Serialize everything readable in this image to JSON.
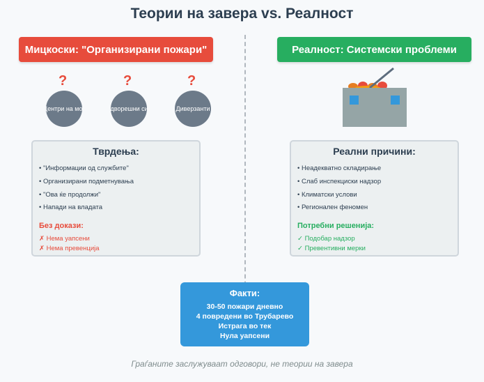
{
  "title": "Теории на завера vs. Реалност",
  "left": {
    "banner": "Мицкоски: \"Организирани пожари\"",
    "suspects": [
      {
        "label": "Центри на моќ",
        "mark": "?"
      },
      {
        "label": "Надворешни сили",
        "mark": "?"
      },
      {
        "label": "Диверзанти",
        "mark": "?"
      }
    ],
    "claims_title": "Тврдења:",
    "claims": [
      "• \"Информации од службите\"",
      "• Организирани подметнувања",
      "• \"Ова ќе продолжи\"",
      "• Напади на владата"
    ],
    "evidence_title": "Без докази:",
    "evidence": [
      "✗ Нема уапсени",
      "✗ Нема превенција"
    ]
  },
  "right": {
    "banner": "Реалност: Системски проблеми",
    "causes_title": "Реални причини:",
    "causes": [
      "• Неадекватно складирање",
      "• Слаб инспекциски надзор",
      "• Климатски услови",
      "• Регионален феномен"
    ],
    "solutions_title": "Потребни решенија:",
    "solutions": [
      "✓ Подобар надзор",
      "✓ Превентивни мерки"
    ]
  },
  "facts": {
    "title": "Факти:",
    "lines": [
      "30-50 пожари дневно",
      "4 повредени во Трубарево",
      "Истрага во тек",
      "Нула уапсени"
    ]
  },
  "footer": "Граѓаните заслужуваат одговори, не теории на завера",
  "colors": {
    "red": "#e74c3c",
    "green": "#27ae60",
    "blue": "#3498db",
    "gray": "#6c7a89",
    "dark": "#2c3e50"
  }
}
